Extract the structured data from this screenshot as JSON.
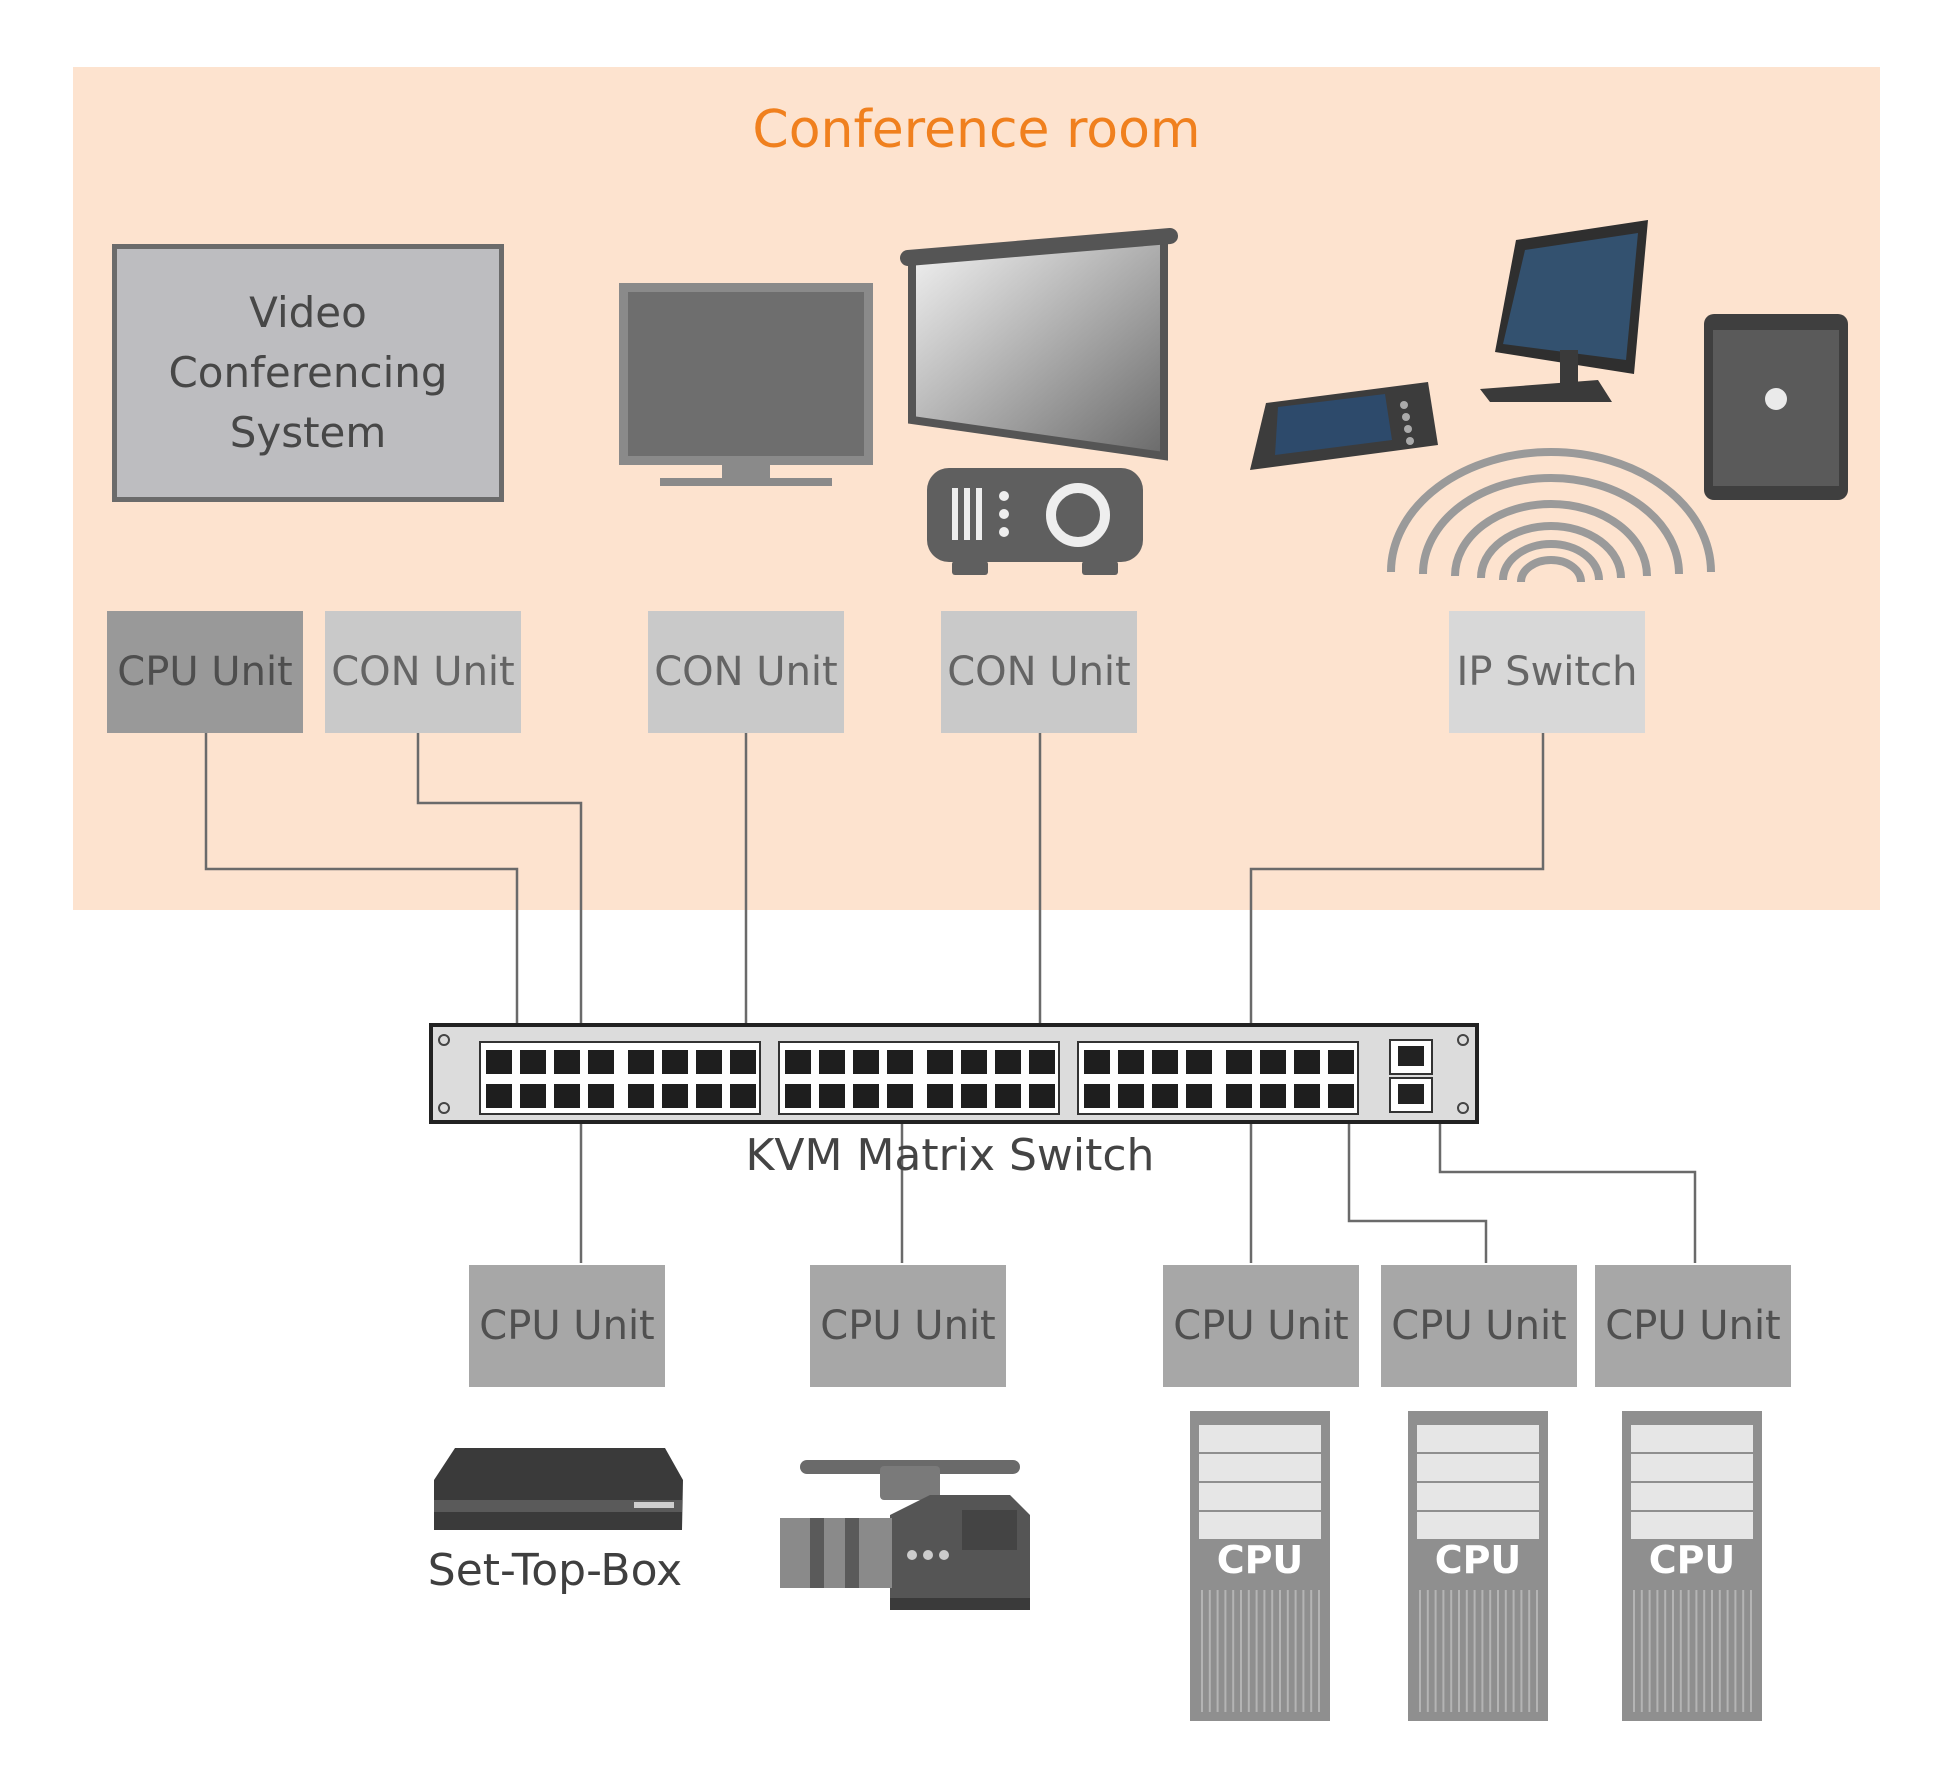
{
  "room": {
    "title": "Conference room"
  },
  "vcs": {
    "line1": "Video",
    "line2": "Conferencing",
    "line3": "System"
  },
  "units_top": [
    {
      "label": "CPU Unit"
    },
    {
      "label": "CON Unit"
    },
    {
      "label": "CON Unit"
    },
    {
      "label": "CON Unit"
    },
    {
      "label": "IP Switch"
    }
  ],
  "switch": {
    "label": "KVM Matrix Switch"
  },
  "units_bottom": [
    {
      "label": "CPU Unit"
    },
    {
      "label": "CPU Unit"
    },
    {
      "label": "CPU Unit"
    },
    {
      "label": "CPU Unit"
    },
    {
      "label": "CPU Unit"
    }
  ],
  "devices": {
    "settopbox_label": "Set-Top-Box",
    "tower_label": "CPU"
  },
  "colors": {
    "room_bg": "#fde3cf",
    "title": "#f0801e",
    "line": "#6a6a6a"
  },
  "icons": [
    "monitor-icon",
    "projection-screen-icon",
    "projector-icon",
    "control-panel-icon",
    "touch-panel-icon",
    "tablet-icon",
    "wifi-icon",
    "set-top-box-icon",
    "camcorder-icon",
    "cpu-tower-icon"
  ]
}
